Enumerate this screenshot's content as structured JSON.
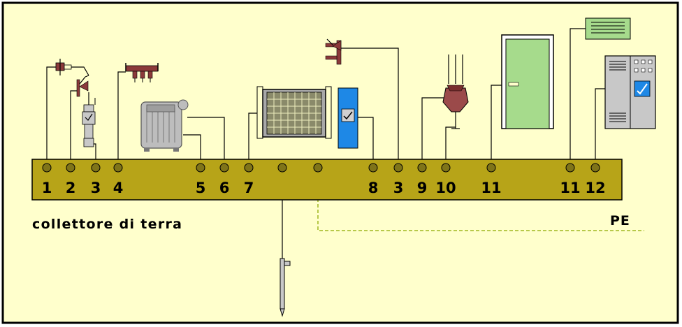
{
  "diagram": {
    "caption": "collettore di terra",
    "pe_label": "PE",
    "terminal_labels": [
      "1",
      "2",
      "3",
      "4",
      "5",
      "6",
      "7",
      "8",
      "3",
      "9",
      "10",
      "11",
      "11",
      "12"
    ],
    "colors": {
      "background": "#ffffcc",
      "busbar": "#b7a418",
      "terminal": "#7f7419",
      "pe_conductor": "#b7c94a",
      "green_door": "#a6db8c",
      "blue_panel": "#1e88e6",
      "transformer": "#bdbdbd",
      "disconnector_brown": "#8b3a3a"
    },
    "icons": [
      "fuse-disconnector-icon",
      "cutout-switch-icon",
      "surge-arrester-icon",
      "bushing-bar-icon",
      "transformer-icon",
      "switchgear-cell-icon",
      "control-box-icon",
      "disconnector-icon",
      "potential-transformer-icon",
      "door-icon",
      "ventilation-grille-icon",
      "electrical-cabinet-icon",
      "earth-rod-icon"
    ]
  }
}
